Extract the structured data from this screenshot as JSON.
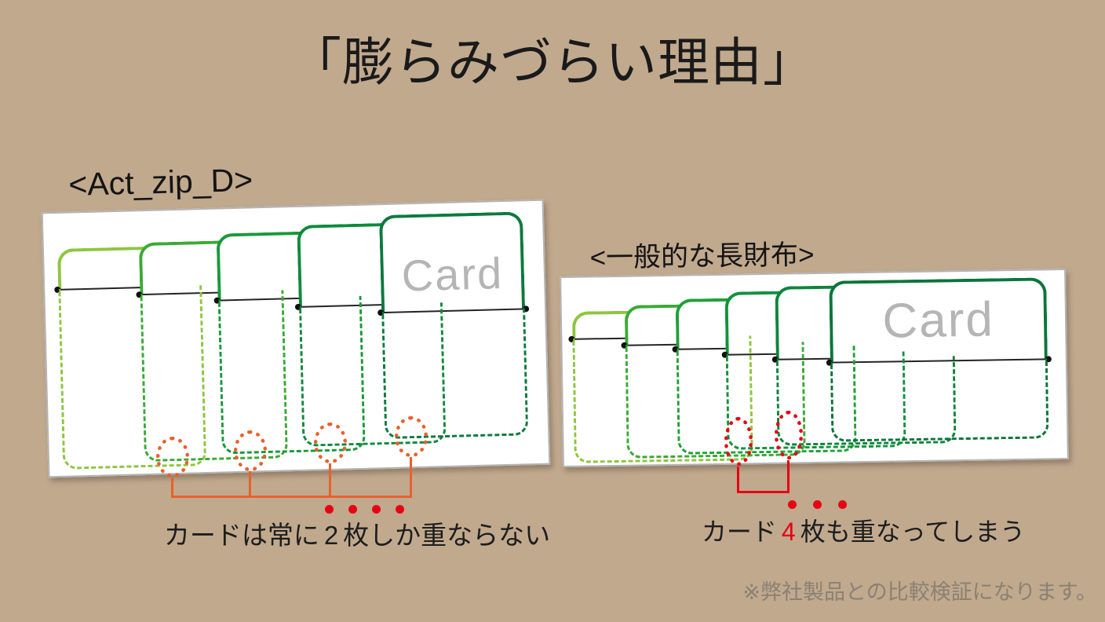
{
  "slide": {
    "title": "「膨らみづらい理由」",
    "footnote": "※弊社製品との比較検証になります。"
  },
  "left_section": {
    "label": "<Act_zip_D>",
    "card_text": "Card",
    "cards_shown": 5,
    "overlap_markers": 4,
    "emphasis_dots": 4,
    "caption": {
      "prefix": "カードは常に",
      "number": "2",
      "suffix": "枚しか重ならない"
    }
  },
  "right_section": {
    "label": "<一般的な長財布>",
    "card_text": "Card",
    "cards_shown": 6,
    "overlap_markers": 2,
    "emphasis_dots": 3,
    "caption": {
      "prefix": "カード",
      "number": "4",
      "suffix": "枚も重なってしまう"
    }
  },
  "palette": {
    "background": "#c1a98e",
    "panel_white": "#ffffff",
    "left_cards": [
      "#8dc63f",
      "#3aaa35",
      "#189a3a",
      "#0e8a3c",
      "#0b7a3e"
    ],
    "right_cards": [
      "#8dc63f",
      "#3aaa35",
      "#21a038",
      "#12923c",
      "#0d853c",
      "#0a753a"
    ],
    "marker_orange": "#e8612c",
    "marker_red": "#e60014",
    "number_red": "#e60014",
    "card_text_gray": "#b5b5b5",
    "title_black": "#1a1a1a",
    "footnote_gray": "#8a8173",
    "pocket_line_black": "#242424"
  }
}
